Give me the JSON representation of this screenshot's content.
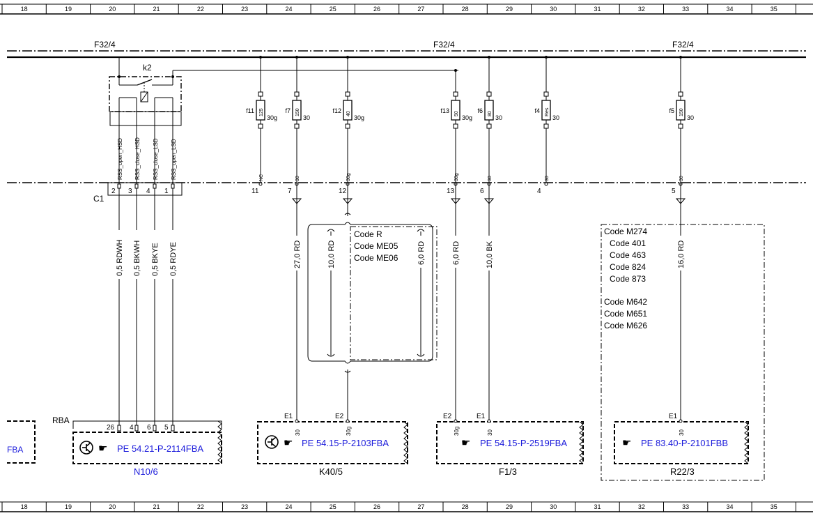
{
  "ruler_columns": [
    "18",
    "19",
    "20",
    "21",
    "22",
    "23",
    "24",
    "25",
    "26",
    "27",
    "28",
    "29",
    "30",
    "31",
    "32",
    "33",
    "34",
    "35"
  ],
  "bus": {
    "labels": [
      "F32/4",
      "F32/4",
      "F32/4"
    ]
  },
  "relay": {
    "name": "k2",
    "pins": [
      "RSS_open_HSD",
      "RSS_close_HSD",
      "RSS_close_LSD",
      "RSS_open_LSD"
    ]
  },
  "connector": {
    "name": "C1",
    "pin_numbers": [
      "2",
      "3",
      "4",
      "1"
    ]
  },
  "fuses": [
    {
      "id": "f11",
      "rating": "125",
      "output": "30g",
      "conn_label": "NC",
      "pin": "11"
    },
    {
      "id": "f7",
      "rating": "150",
      "output": "30",
      "conn_label": "30",
      "pin": "7"
    },
    {
      "id": "f12",
      "rating": "40",
      "output": "30g",
      "conn_label": "30g",
      "pin": "12"
    },
    {
      "id": "f13",
      "rating": "50",
      "output": "30g",
      "conn_label": "30g",
      "pin": "13"
    },
    {
      "id": "f6",
      "rating": "80",
      "output": "30",
      "conn_label": "30",
      "pin": "6"
    },
    {
      "id": "f4",
      "rating": "Res",
      "output": "30",
      "conn_label": "30",
      "pin": "4"
    },
    {
      "id": "f5",
      "rating": "150",
      "output": "30",
      "conn_label": "30",
      "pin": "5"
    }
  ],
  "wires": {
    "rss": [
      "0,5 RDWH",
      "0,5 BKWH",
      "0,5 BKYE",
      "0,5 RDYE"
    ],
    "k40_main": "27,0 RD",
    "k40_alt": "10,0 RD",
    "k40_alt2": "6,0 RD",
    "f13": "6,0 RD",
    "f6": "10,0 BK",
    "f5": "16,0 RD"
  },
  "code_box_1": {
    "lines": [
      "Code R",
      "Code ME05",
      "Code ME06"
    ]
  },
  "code_box_2": {
    "lines": [
      "Code M274",
      "Code 401",
      "Code 463",
      "Code 824",
      "Code 873",
      "",
      "Code M642",
      "Code M651",
      "Code M626"
    ]
  },
  "components": [
    {
      "name": "N10/6",
      "ref": "PE 54.21-P-2114FBA",
      "block_label": "RBA",
      "pins": [
        "26",
        "4",
        "6",
        "5"
      ]
    },
    {
      "name": "K40/5",
      "ref": "PE 54.15-P-2103FBA",
      "pins": [
        "E1",
        "E2"
      ],
      "pin_label": "30g"
    },
    {
      "name": "F1/3",
      "ref": "PE 54.15-P-2519FBA",
      "pins": [
        "E2",
        "E1"
      ]
    },
    {
      "name": "R22/3",
      "ref": "PE 83.40-P-2101FBB",
      "pins": [
        "E1"
      ]
    }
  ],
  "left_partial_ref": "FBA",
  "pin_30": "30",
  "pin_30g": "30g",
  "colors": {
    "line": "#000000",
    "link": "#1a1adb"
  }
}
